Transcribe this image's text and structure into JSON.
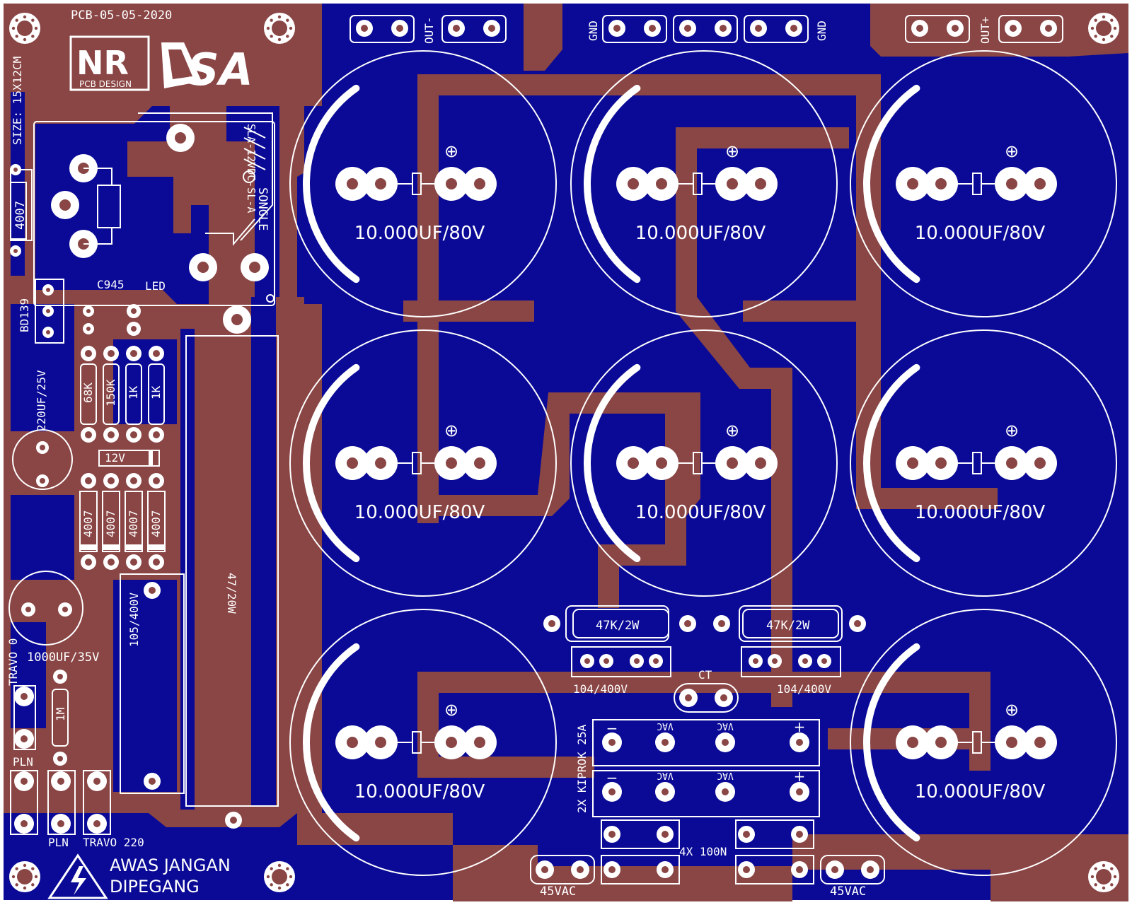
{
  "board": {
    "date": "PCB-05-05-2020",
    "size": "SIZE: 15X12CM",
    "logo_left_text": "PCB DESIGN",
    "logo_left_mark": "NR",
    "logo_right_mark": "SA",
    "warning_line1": "AWAS JANGAN",
    "warning_line2": "DIPEGANG"
  },
  "colors": {
    "copper_fill": "#0a0a96",
    "trace": "#8a4545",
    "silkscreen": "#ffffff",
    "board_edge": "#ffffff"
  },
  "connectors": {
    "out_minus": "OUT-",
    "out_plus": "OUT+",
    "gnd_left": "GND",
    "gnd_right": "GND",
    "ct": "CT",
    "ac_left": "45VAC",
    "ac_right": "45VAC",
    "travo0": "TRAVO 0",
    "travo220": "TRAVO 220",
    "pln_top": "PLN",
    "pln_bottom": "PLN"
  },
  "capacitors": {
    "bulk_label": "10.000UF/80V",
    "plus_symbol": "⊕",
    "c_220": "220UF/25V",
    "c_1000": "1000UF/35V",
    "c_105": "105/400V",
    "c_104_left": "104/400V",
    "c_104_right": "104/400V",
    "c_100n": "4X 100N"
  },
  "resistors": {
    "r68k": "68K",
    "r150k": "150K",
    "r1k_a": "1K",
    "r1k_b": "1K",
    "r1m": "1M",
    "r47w": "47/20W",
    "r47k_left": "47K/2W",
    "r47k_right": "47K/2W"
  },
  "semis": {
    "d4007_top": "4007",
    "d4007_1": "4007",
    "d4007_2": "4007",
    "d4007_3": "4007",
    "d4007_4": "4007",
    "zener": "12V",
    "bd139": "BD139",
    "c945": "C945",
    "led": "LED",
    "bridge": "2X KIPROK 25A",
    "vac": "VAC",
    "plus": "+",
    "minus": "−"
  },
  "relay": {
    "model": "SLA-12VDC-SL-A",
    "brand": "SONGLE",
    "reg": "®"
  }
}
